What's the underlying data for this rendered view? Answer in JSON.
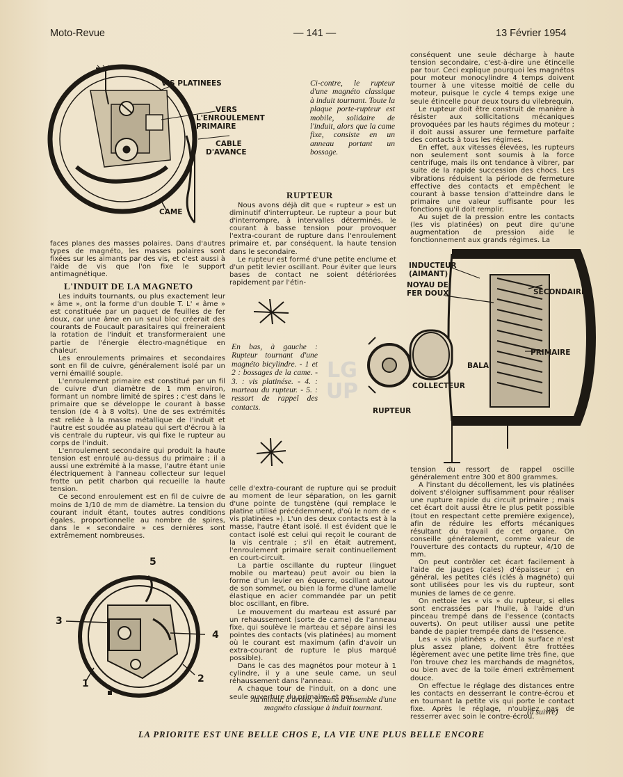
{
  "header": {
    "left": "Moto-Revue",
    "center": "— 141 —",
    "right": "13 Février 1954"
  },
  "fig1": {
    "labels": {
      "vis": "VIS PLATINEES",
      "vers1": "VERS",
      "vers2": "L'ENROULEMENT",
      "vers3": "PRIMAIRE",
      "cable1": "CABLE",
      "cable2": "D'AVANCE",
      "came": "CAME"
    }
  },
  "caption_top": "Ci-contre, le rupteur d'une magnéto classique à induit tournant. Toute la plaque porte-rupteur est mobile, solidaire de l'induit, alors que la came fixe, consiste en un anneau portant un bossage.",
  "col_a1": [
    "faces planes des masses polaires. Dans d'autres types de magnéto, les masses polaires sont fixées sur les aimants par des vis, et c'est aussi à l'aide de vis que l'on fixe le support antimagnétique."
  ],
  "heading_induit": "L'INDUIT DE LA MAGNETO",
  "col_a2": [
    "Les induits tournants, ou plus exactement leur « âme », ont la forme d'un double T. L' « âme » est constituée par un paquet de feuilles de fer doux, car une âme en un seul bloc créerait des courants de Foucault parasitaires qui freineraient la rotation de l'induit et transformeraient une partie de l'énergie électro-magnétique en chaleur.",
    "Les enroulements primaires et secondaires sont en fil de cuivre, généralement isolé par un verni émaillé souple.",
    "L'enroulement primaire est constitué par un fil de cuivre d'un diamètre de 1 mm environ, formant un nombre limité de spires ; c'est dans le primaire que se développe le courant à basse tension (de 4 à 8 volts). Une de ses extrémités est reliée à la masse métallique de l'induit et l'autre est soudée au plateau qui sert d'écrou à la vis centrale du rupteur, vis qui fixe le rupteur au corps de l'induit.",
    "L'enroulement secondaire qui produit la haute tension est enroulé au-dessus du primaire ; il a aussi une extrémité à la masse, l'autre étant unie électriquement à l'anneau collecteur sur lequel frotte un petit charbon qui recueille la haute tension.",
    "Ce second enroulement est en fil de cuivre de moins de 1/10 de mm de diamètre. La tension du courant induit étant, toutes autres conditions égales, proportionnelle au nombre de spires, dans le « secondaire » ces dernières sont extrêmement nombreuses."
  ],
  "heading_rupteur": "RUPTEUR",
  "col_b1": [
    "Nous avons déjà dit que « rupteur » est un diminutif d'interrupteur. Le rupteur a pour but d'interrompre, à intervalles déterminés, le courant à basse tension pour provoquer l'extra-courant de rupture dans l'enroulement primaire et, par conséquent, la haute tension dans le secondaire.",
    "Le rupteur est formé d'une petite enclume et d'un petit levier oscillant. Pour éviter que leurs bases de contact ne soient détériorées rapidement par l'étin-"
  ],
  "caption_left": "En bas, à gauche : Rupteur tournant d'une magnéto bicylindre. - 1 et 2 : bossages de la came. - 3. : vis platinése. - 4. : marteau du rupteur. - 5. : ressort de rappel des contacts.",
  "watermark": "LG UP",
  "col_b2": [
    "celle d'extra-courant de rupture qui se produit au moment de leur séparation, on les garnit d'une pointe de tungstène (qui remplace le platine utilisé précédemment, d'où le nom de « vis platinées »). L'un des deux contacts est à la masse, l'autre étant isolé. Il est évident que le contact isolé est celui qui reçoit le courant de la vis centrale ; s'il en était autrement, l'enroulement primaire serait continuellement en court-circuit.",
    "La partie oscillante du rupteur (linguet mobile ou marteau) peut avoir ou bien la forme d'un levier en équerre, oscillant autour de son sommet, ou bien la forme d'une lamelle élastique en acier commandée par un petit bloc oscillant, en fibre.",
    "Le mouvement du marteau est assuré par un rehaussement (sorte de came) de l'anneau fixe, qui soulève le marteau et sépare ainsi les pointes des contacts (vis platinées) au moment où le courant est maximum (afin d'avoir un extra-courant de rupture le plus marqué possible).",
    "Dans le cas des magnétos pour moteur à 1 cylindre, il y a une seule came, un seul réhaussement dans l'anneau.",
    "A chaque tour de l'induit, on a donc une seule ouverture du primaire, et par"
  ],
  "caption_bottom": "Au milieu, à droite, schéma d'ensemble d'une magnéto classique à induit tournant.",
  "col_c1": [
    "conséquent une seule décharge à haute tension secondaire, c'est-à-dire une étincelle par tour. Ceci explique pourquoi les magnétos pour moteur monocylindre 4 temps doivent tourner à une vitesse moitié de celle du moteur, puisque le cycle 4 temps exige une seule étincelle pour deux tours du vilebrequin.",
    "Le rupteur doit être construit de manière à résister aux sollicitations mécaniques provoquées par les hauts régimes du moteur ; il doit aussi assurer une fermeture parfaite des contacts à tous les régimes.",
    "En effet, aux vitesses élevées, les rupteurs non seulement sont soumis à la force centrifuge, mais ils ont tendance à vibrer, par suite de la rapide succession des chocs. Les vibrations réduisent la période de fermeture effective des contacts et empêchent le courant à basse tension d'atteindre dans le primaire une valeur suffisante pour les fonctions qu'il doit remplir.",
    "Au sujet de la pression entre les contacts (les vis platinées) on peut dire qu'une augmentation de pression aide le fonctionnement aux grands régimes. La"
  ],
  "fig3": {
    "labels": {
      "inducteur1": "INDUCTEUR",
      "inducteur2": "(AIMANT)",
      "noyau1": "NOYAU DE",
      "noyau2": "FER DOUX",
      "secondaire": "SECONDAIRE",
      "primaire": "PRIMAIRE",
      "balai": "BALAI",
      "collecteur": "COLLECTEUR",
      "rupteur": "RUPTEUR"
    }
  },
  "col_c2": [
    "tension du ressort de rappel oscille généralement entre 300 et 800 grammes.",
    "A l'instant du décollement, les vis platinées doivent s'éloigner suffisamment pour réaliser une rupture rapide du circuit primaire ; mais cet écart doit aussi être le plus petit possible (tout en respectant cette première exigence), afin de réduire les efforts mécaniques résultant du travail de cet organe. On conseille généralement, comme valeur de l'ouverture des contacts du rupteur, 4/10 de mm.",
    "On peut contrôler cet écart facilement à l'aide de jauges (cales) d'épaisseur ; en général, les petites clés (clés à magnéto) qui sont utilisées pour les vis du rupteur, sont munies de lames de ce genre.",
    "On nettoie les « vis » du rupteur, si elles sont encrassées par l'huile, à l'aide d'un pinceau trempé dans de l'essence (contacts ouverts). On peut utiliser aussi une petite bande de papier trempée dans de l'essence.",
    "Les « vis platinées », dont la surface n'est plus assez plane, doivent être frottées légèrement avec une petite lime très fine, que l'on trouve chez les marchands de magnétos, ou bien avec de la toile émeri extrêmement douce.",
    "On effectue le réglage des distances entre les contacts en desserrant le contre-écrou et en tournant la petite vis qui porte le contact fixe. Après le réglage, n'oubliez pas de resserrer avec soin le contre-écrou."
  ],
  "suivre": "(à suivre)",
  "fig2": {
    "n1": "1",
    "n2": "2",
    "n3": "3",
    "n4": "4",
    "n5": "5"
  },
  "footer": "LA PRIORITE EST UNE BELLE CHOS E, LA VIE UNE PLUS BELLE ENCORE"
}
